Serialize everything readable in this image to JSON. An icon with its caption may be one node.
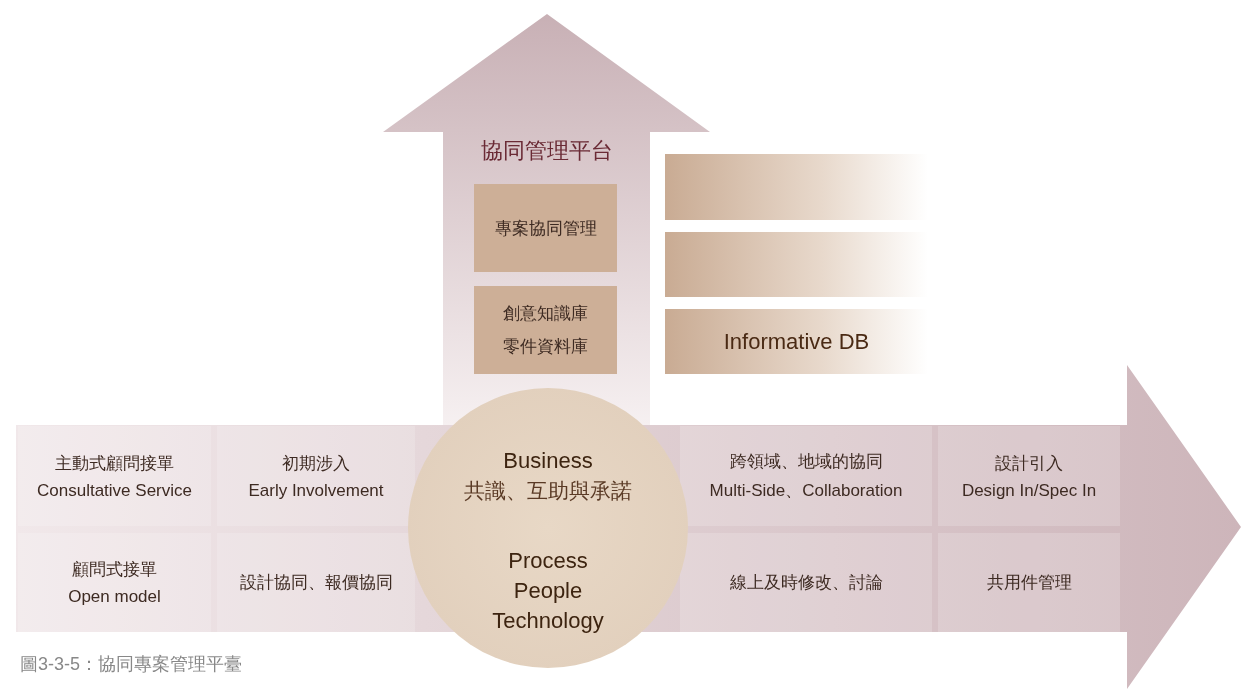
{
  "diagram": {
    "caption": "圖3-3-5：協同專案管理平臺",
    "nodes": [
      {
        "text": [
          "協同管理平台"
        ]
      },
      {
        "text": [
          "專案協同管理"
        ],
        "in": 0
      },
      {
        "text": [
          "創意知識庫",
          "零件資料庫"
        ],
        "in": 0
      },
      {
        "text": [],
        "shape": "box"
      },
      {
        "text": [],
        "shape": "box"
      },
      {
        "text": [
          "Informative DB"
        ]
      },
      {
        "text": [],
        "shape": "arrow"
      },
      {
        "text": [
          "主動式顧問接單",
          "Consultative Service"
        ],
        "in": 6
      },
      {
        "text": [
          "初期涉入",
          "Early Involvement"
        ],
        "in": 6
      },
      {
        "text": [
          "跨領域、地域的協同",
          "Multi-Side、Collaboration"
        ],
        "in": 6
      },
      {
        "text": [
          "設計引入",
          "Design In/Spec In"
        ],
        "in": 6
      },
      {
        "text": [
          "顧問式接單",
          "Open model"
        ],
        "in": 6
      },
      {
        "text": [
          "設計協同、報價協同"
        ],
        "in": 6
      },
      {
        "text": [
          "線上及時修改、討論"
        ],
        "in": 6
      },
      {
        "text": [
          "共用件管理"
        ],
        "in": 6
      },
      {
        "text": [
          "Business",
          "共識、互助與承諾",
          "Process People Technology"
        ],
        "in": 6
      }
    ],
    "edges": []
  }
}
